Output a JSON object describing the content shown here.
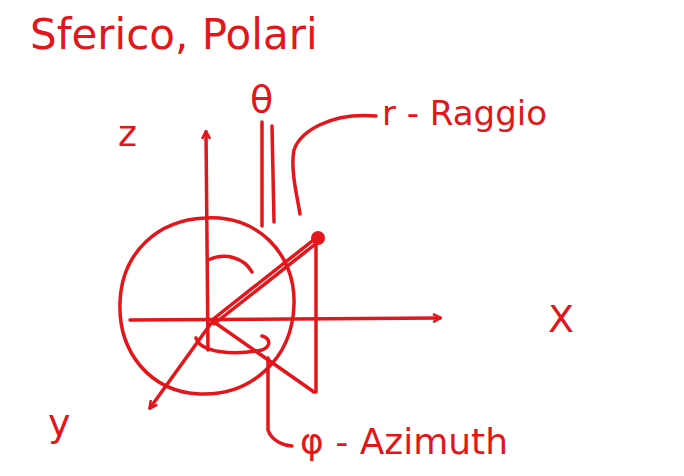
{
  "diagram": {
    "title": "Sferico, Polari",
    "labels": [
      "z",
      "θ",
      "r - Raggio",
      "X",
      "y",
      "φ - Azimuth"
    ]
  }
}
